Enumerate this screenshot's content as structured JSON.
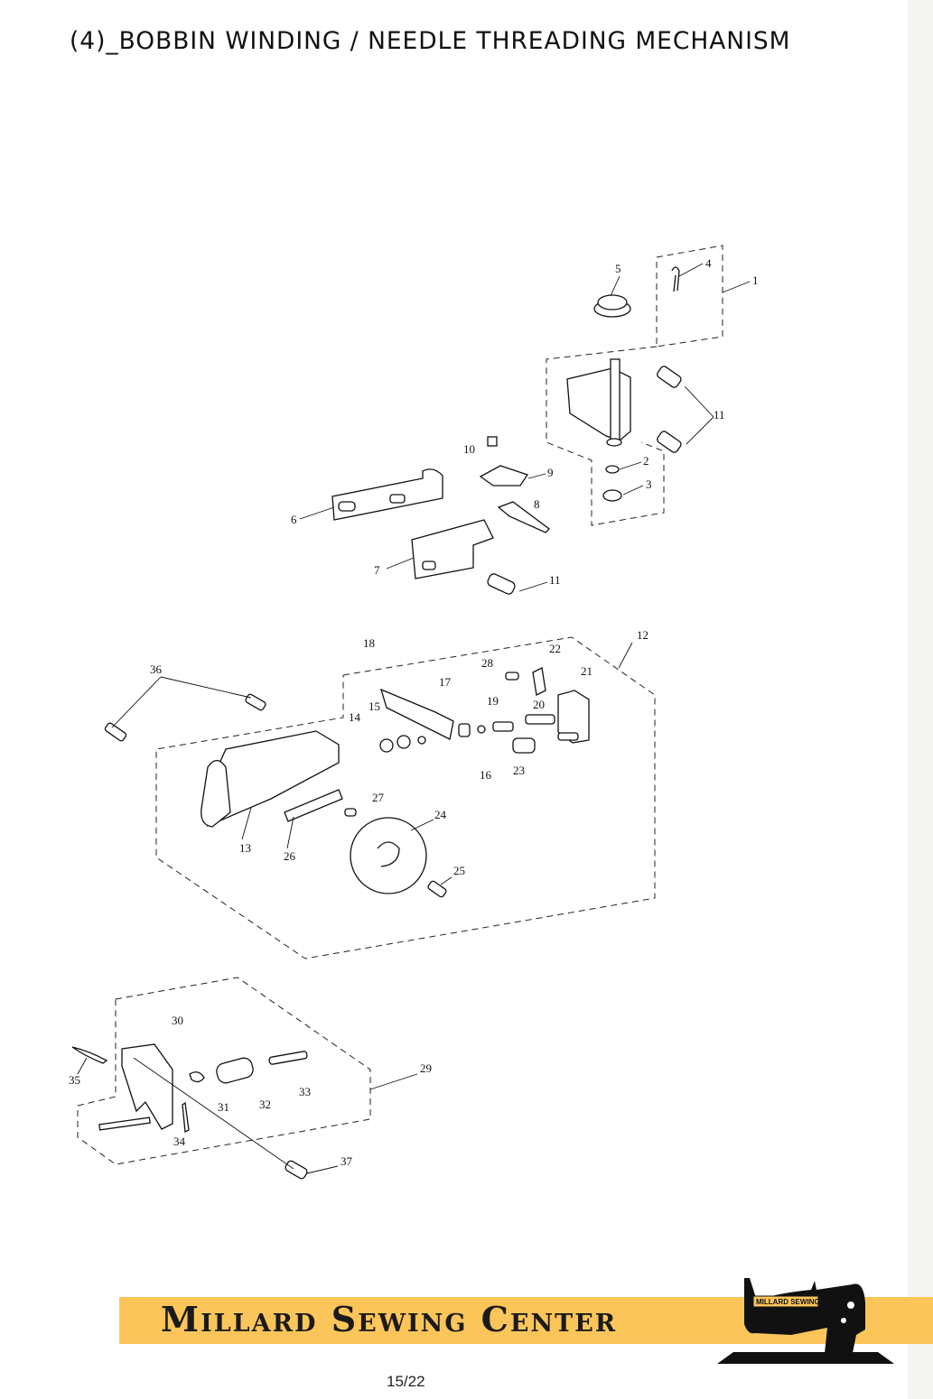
{
  "document": {
    "title": "(4)_BOBBIN WINDING / NEEDLE THREADING MECHANISM",
    "page_number": "15/22"
  },
  "footer": {
    "brand_text": "Millard Sewing Center",
    "logo_text": "MILLARD SEWING",
    "banner_color": "#fcc55a"
  },
  "diagram": {
    "callouts": [
      "1",
      "4",
      "5",
      "11",
      "2",
      "3",
      "9",
      "10",
      "8",
      "6",
      "7",
      "11",
      "12",
      "18",
      "22",
      "28",
      "21",
      "36",
      "17",
      "19",
      "20",
      "15",
      "14",
      "16",
      "23",
      "27",
      "24",
      "13",
      "26",
      "25",
      "30",
      "29",
      "35",
      "31",
      "32",
      "33",
      "34",
      "37"
    ]
  }
}
